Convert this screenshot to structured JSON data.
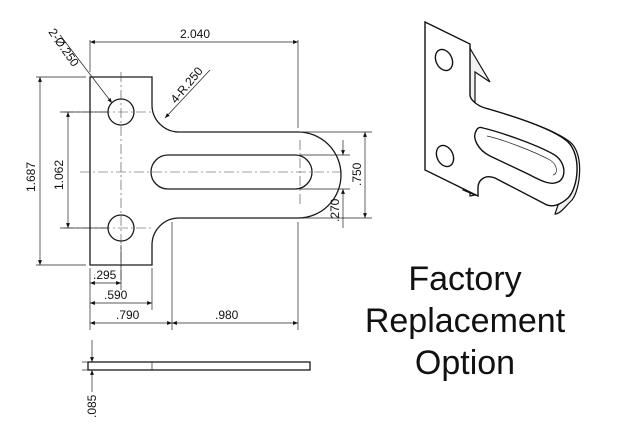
{
  "dimensions": {
    "hole_callout": "2-Ø.250",
    "radius_callout": "4-R.250",
    "overall_width": "2.040",
    "overall_height": "1.687",
    "hole_spacing": "1.062",
    "slot_width": ".750",
    "slot_offset": ".270",
    "hole_x": ".295",
    "flange_width": ".590",
    "arm_start": ".790",
    "slot_length": ".980",
    "thickness": ".085"
  },
  "caption": {
    "line1": "Factory",
    "line2": "Replacement",
    "line3": "Option"
  }
}
